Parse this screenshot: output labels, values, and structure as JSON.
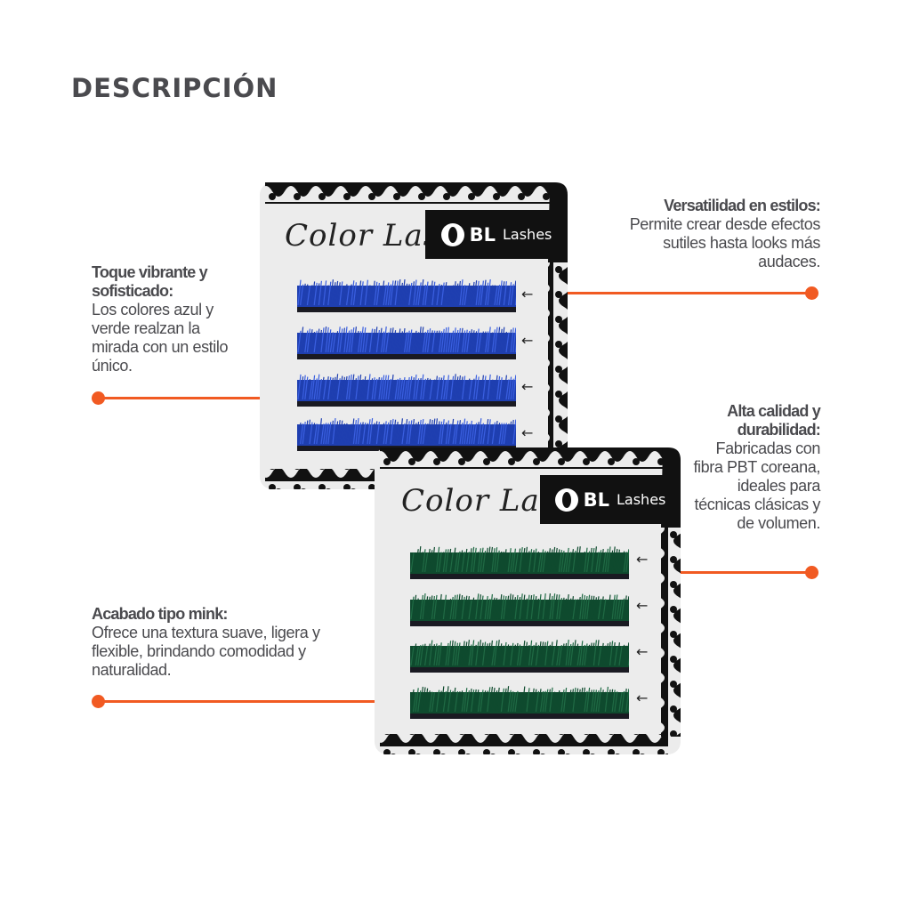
{
  "page": {
    "title": "DESCRIPCIÓN"
  },
  "features": [
    {
      "title": "Toque vibrante y sofisticado:",
      "body": "Los colores azul y verde realzan la mirada con un estilo único."
    },
    {
      "title": "Versatilidad en estilos:",
      "body": "Permite crear desde efectos sutiles hasta looks más audaces."
    },
    {
      "title": "Alta calidad y durabilidad:",
      "body": "Fabricadas con fibra PBT coreana, ideales para técnicas clásicas y de volumen."
    },
    {
      "title": "Acabado tipo mink:",
      "body": "Ofrece una textura suave, ligera y flexible, brindando comodidad y naturalidad."
    }
  ],
  "products": [
    {
      "name": "Color Lash",
      "brand": "BL",
      "brand_suffix": "Lashes",
      "lash_color": "#1f3fb0",
      "lash_tip": "#3a5fe0",
      "strips": 4
    },
    {
      "name": "Color Lash",
      "brand": "BL",
      "brand_suffix": "Lashes",
      "lash_color": "#0f4a2e",
      "lash_tip": "#1f6a44",
      "strips": 4
    }
  ],
  "colors": {
    "accent": "#f15a22",
    "text": "#4a4a4e"
  },
  "icons": {
    "arrow": "←"
  }
}
